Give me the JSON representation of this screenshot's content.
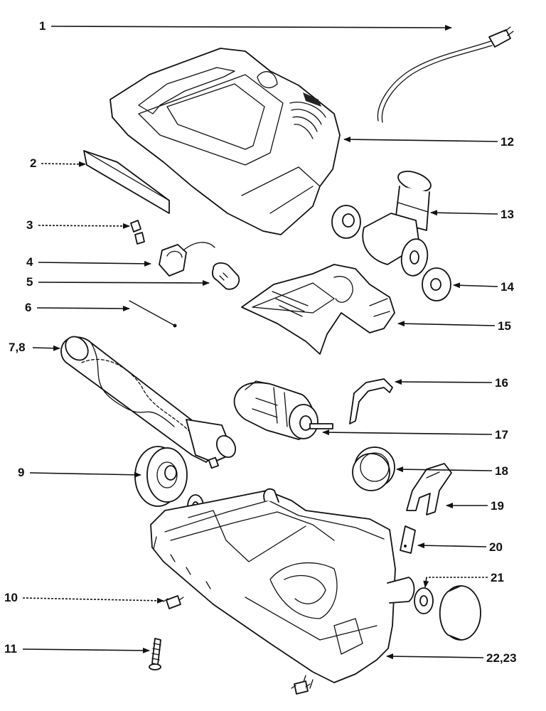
{
  "callouts": [
    {
      "id": "c1",
      "label": "1"
    },
    {
      "id": "c2",
      "label": "2"
    },
    {
      "id": "c3",
      "label": "3"
    },
    {
      "id": "c4",
      "label": "4"
    },
    {
      "id": "c5",
      "label": "5"
    },
    {
      "id": "c6",
      "label": "6"
    },
    {
      "id": "c78",
      "label": "7,8"
    },
    {
      "id": "c9",
      "label": "9"
    },
    {
      "id": "c10",
      "label": "10"
    },
    {
      "id": "c11",
      "label": "11"
    },
    {
      "id": "c12",
      "label": "12"
    },
    {
      "id": "c13",
      "label": "13"
    },
    {
      "id": "c14",
      "label": "14"
    },
    {
      "id": "c15",
      "label": "15"
    },
    {
      "id": "c16",
      "label": "16"
    },
    {
      "id": "c17",
      "label": "17"
    },
    {
      "id": "c18",
      "label": "18"
    },
    {
      "id": "c19",
      "label": "19"
    },
    {
      "id": "c20",
      "label": "20"
    },
    {
      "id": "c21",
      "label": "21"
    },
    {
      "id": "c2223",
      "label": "22,23"
    }
  ]
}
